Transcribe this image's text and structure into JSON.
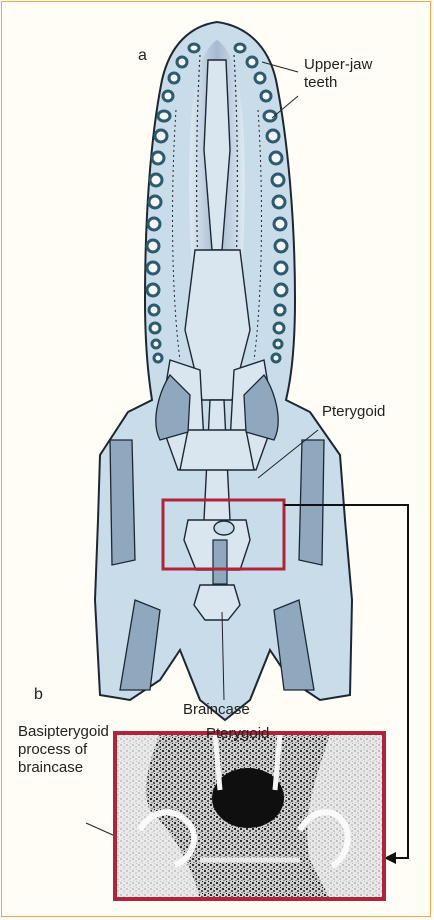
{
  "panels": {
    "a": "a",
    "b": "b"
  },
  "labels": {
    "upper_jaw_teeth_line1": "Upper-jaw",
    "upper_jaw_teeth_line2": "teeth",
    "pterygoid_a": "Pterygoid",
    "braincase": "Braincase",
    "basipterygoid_line1": "Basipterygoid",
    "basipterygoid_line2": "process of",
    "basipterygoid_line3": "braincase",
    "pterygoid_b": "Pterygoid"
  },
  "colors": {
    "bone_fill": "#c9dcea",
    "bone_shadow": "#8fa8bd",
    "bone_outline": "#1c2733",
    "tooth_outer": "#2e5a6e",
    "tooth_inner": "#f4f7fa",
    "highlight_box": "#b0243a",
    "arrow": "#111111",
    "frame": "#f2a64a"
  }
}
